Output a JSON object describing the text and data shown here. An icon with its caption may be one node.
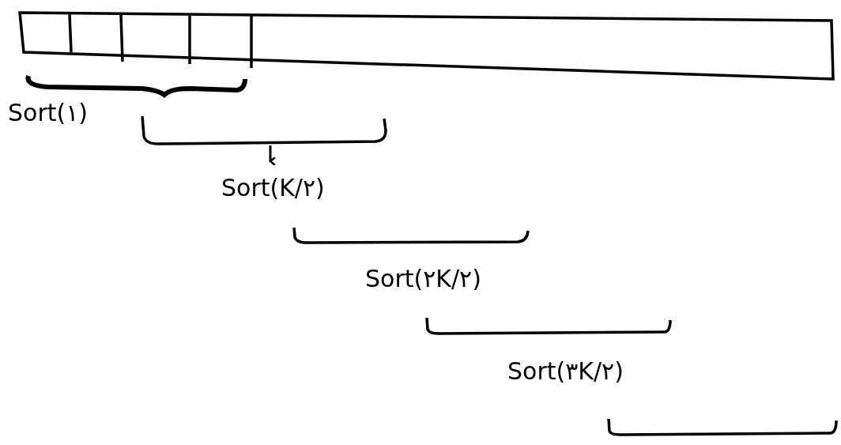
{
  "diagram": {
    "labels": [
      "Sort(۱)",
      "Sort(K/۲)",
      "Sort(۲K/۲)",
      "Sort(۳K/۲)"
    ]
  }
}
